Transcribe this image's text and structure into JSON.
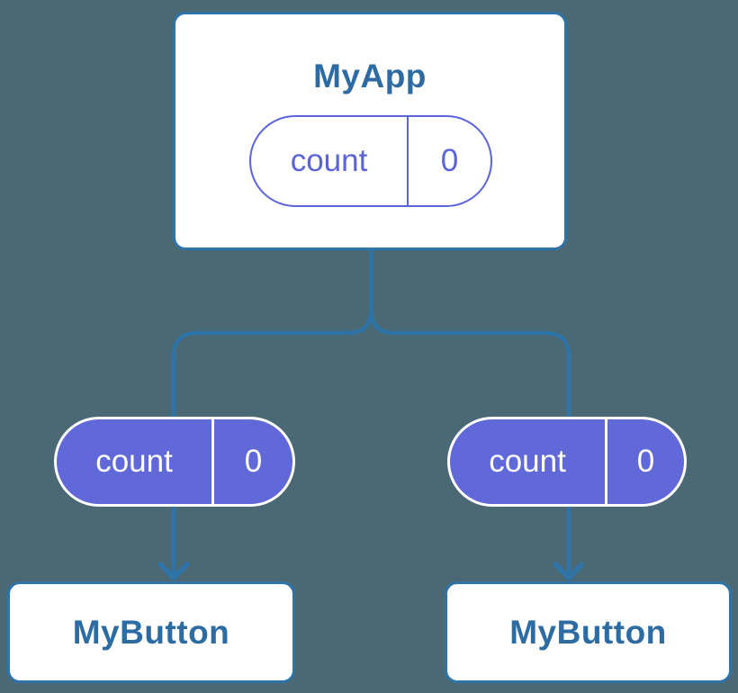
{
  "diagram": {
    "description": "component tree with state passed down as props",
    "root": {
      "title": "MyApp",
      "state": {
        "label": "count",
        "value": "0"
      }
    },
    "children": {
      "left": {
        "title": "MyButton",
        "prop": {
          "label": "count",
          "value": "0"
        }
      },
      "right": {
        "title": "MyButton",
        "prop": {
          "label": "count",
          "value": "0"
        }
      }
    },
    "colors": {
      "background": "#4b6974",
      "connector_blue": "#2e74a8",
      "card_border_blue": "#2e74a8",
      "heading_text_blue": "#2d6ca3",
      "pill_fill_purple": "#6168d8",
      "pill_outline_purple": "#5b64d8",
      "pill_text_on_purple": "#ffffff",
      "card_background": "#ffffff"
    }
  }
}
